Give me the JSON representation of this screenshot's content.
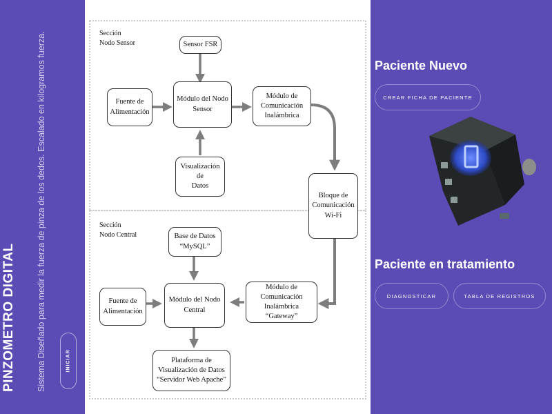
{
  "sidebar": {
    "title": "PINZOMETRO DIGITAL",
    "subtitle": "Sistema Diseñado para medir la fuerza de pinza de los dedos. Escalado en kilogramos fuerza.",
    "start_button": "INICIAR"
  },
  "diagram": {
    "sections": {
      "sensor": "Sección\nNodo Sensor",
      "central": "Sección\nNodo Central"
    },
    "boxes": {
      "sensor_fsr": "Sensor FSR",
      "power_sensor": "Fuente de\nAlimentación",
      "sensor_module": "Módulo del Nodo\nSensor",
      "wireless_module": "Módulo de\nComunicación\nInalámbrica",
      "data_visualization": "Visualización\nde\nDatos",
      "wifi_block": "Bloque de\nComunicación\nWi-Fi",
      "database": "Base de Datos\n“MySQL”",
      "power_central": "Fuente de\nAlimentación",
      "central_module": "Módulo del Nodo\nCentral",
      "gateway_module": "Módulo de\nComunicación\nInalámbrica “Gateway”",
      "web_platform": "Plataforma de\nVisualización de Datos\n“Servidor Web Apache”"
    }
  },
  "right_panel": {
    "new_patient": {
      "title": "Paciente Nuevo",
      "create_button": "CREAR FICHA DE PACIENTE"
    },
    "in_treatment": {
      "title": "Paciente en tratamiento",
      "diagnose_button": "DIAGNOSTICAR",
      "records_button": "TABLA DE REGISTROS"
    },
    "device_image": "device-photo"
  },
  "colors": {
    "purple": "#5b4bb5",
    "arrow_gray": "#7d7d7d",
    "device_glow": "#3a6cff"
  }
}
